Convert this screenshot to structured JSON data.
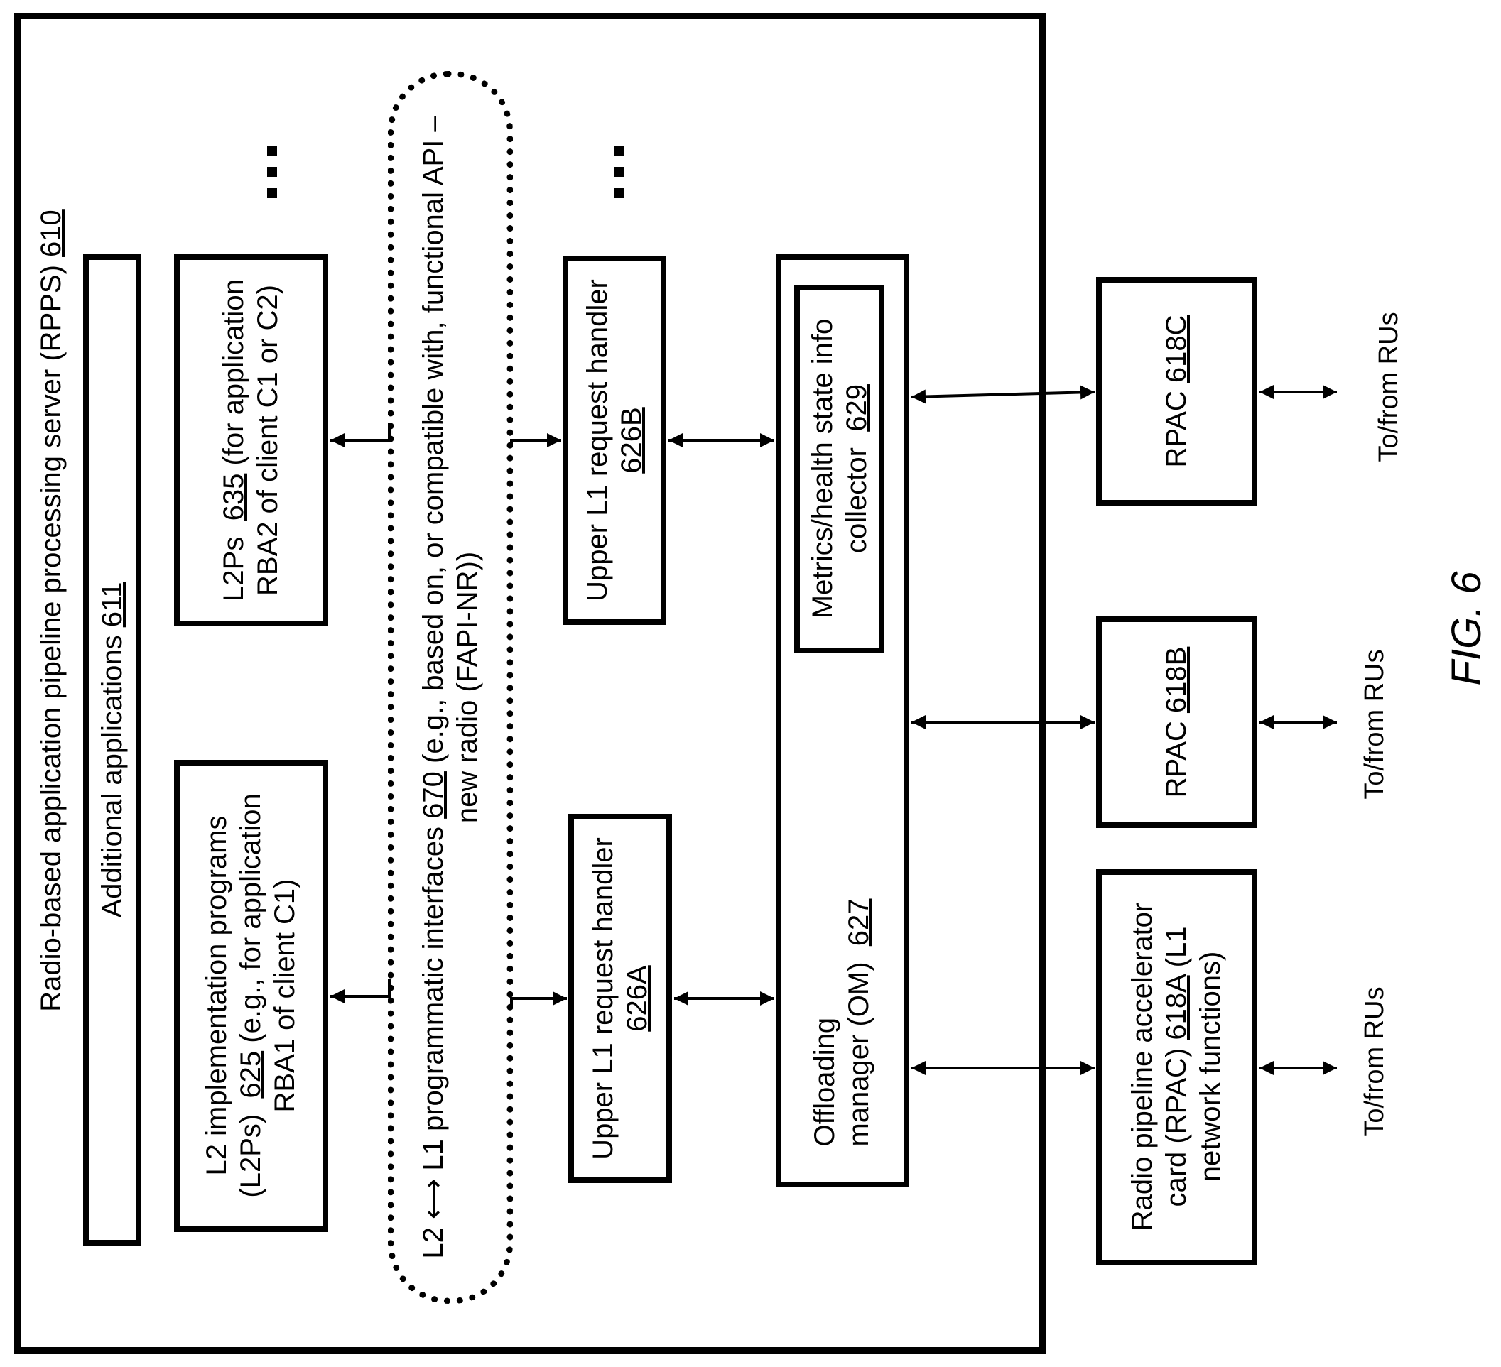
{
  "figure_label": "FIG. 6",
  "server": {
    "title": "Radio-based application pipeline processing server (RPPS)",
    "ref": "610"
  },
  "additional_apps": {
    "title": "Additional applications",
    "ref": "611"
  },
  "l2ps_635": {
    "line1_pre": "L2Ps",
    "ref": "635",
    "line1_post": "(for application",
    "line2": "RBA2 of client C1 or C2)"
  },
  "l2ps_625": {
    "line1": "L2 implementation programs",
    "line2_pre": "(L2Ps)",
    "ref": "625",
    "line2_post": "(e.g., for application",
    "line3": "RBA1 of client C1)"
  },
  "interfaces": {
    "line1_pre": "L2 ⟷ L1 programmatic interfaces",
    "ref": "670",
    "line1_post": "(e.g., based on, or compatible with, functional API –",
    "line2": "new radio (FAPI-NR))"
  },
  "handler_b": {
    "line1": "Upper L1 request handler",
    "ref": "626B"
  },
  "handler_a": {
    "line1": "Upper L1 request handler",
    "ref": "626A"
  },
  "offloading_manager": {
    "line1": "Offloading",
    "line2": "manager (OM)",
    "ref": "627"
  },
  "metrics": {
    "line1": "Metrics/health state info",
    "line2": "collector",
    "ref": "629"
  },
  "rpac_c": {
    "prefix": "RPAC",
    "ref": "618C"
  },
  "rpac_b": {
    "prefix": "RPAC",
    "ref": "618B"
  },
  "rpac_a": {
    "line1": "Radio pipeline accelerator",
    "line2_pre": "card  (RPAC)",
    "ref": "618A",
    "line2_post": "(L1",
    "line3": "network functions)"
  },
  "ru_labels": [
    "To/from RUs",
    "To/from RUs",
    "To/from RUs"
  ],
  "ellipsis_icons": [
    "vertical-ellipsis",
    "vertical-ellipsis"
  ]
}
